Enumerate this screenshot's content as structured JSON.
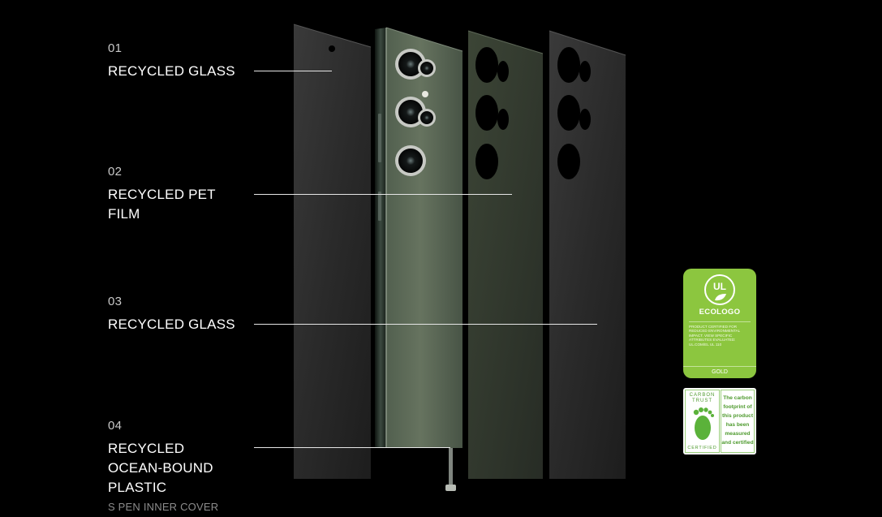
{
  "callouts": [
    {
      "number": "01",
      "label": "RECYCLED GLASS",
      "sub": ""
    },
    {
      "number": "02",
      "label": "RECYCLED PET FILM",
      "sub": ""
    },
    {
      "number": "03",
      "label": "RECYCLED GLASS",
      "sub": ""
    },
    {
      "number": "04",
      "label": "RECYCLED OCEAN-BOUND PLASTIC",
      "sub": "S PEN INNER COVER"
    }
  ],
  "badges": {
    "ecologo": {
      "mark": "UL",
      "title": "ECOLOGO",
      "description": "PRODUCT CERTIFIED FOR REDUCED ENVIRONMENTAL IMPACT. VIEW SPECIFIC ATTRIBUTES EVALUATED: UL.COM/EL UL 110",
      "level": "GOLD",
      "color": "#8cc63f"
    },
    "carbon_trust": {
      "header": "CARBON TRUST",
      "footer": "CERTIFIED",
      "statement": "The carbon footprint of this product has been measured and certified",
      "color": "#4e9a2e"
    }
  },
  "colors": {
    "background": "#000000",
    "text": "#ffffff",
    "phone_back": "#3d4a3f",
    "frame": "#1e2a22",
    "glass_panel": "#262626"
  }
}
